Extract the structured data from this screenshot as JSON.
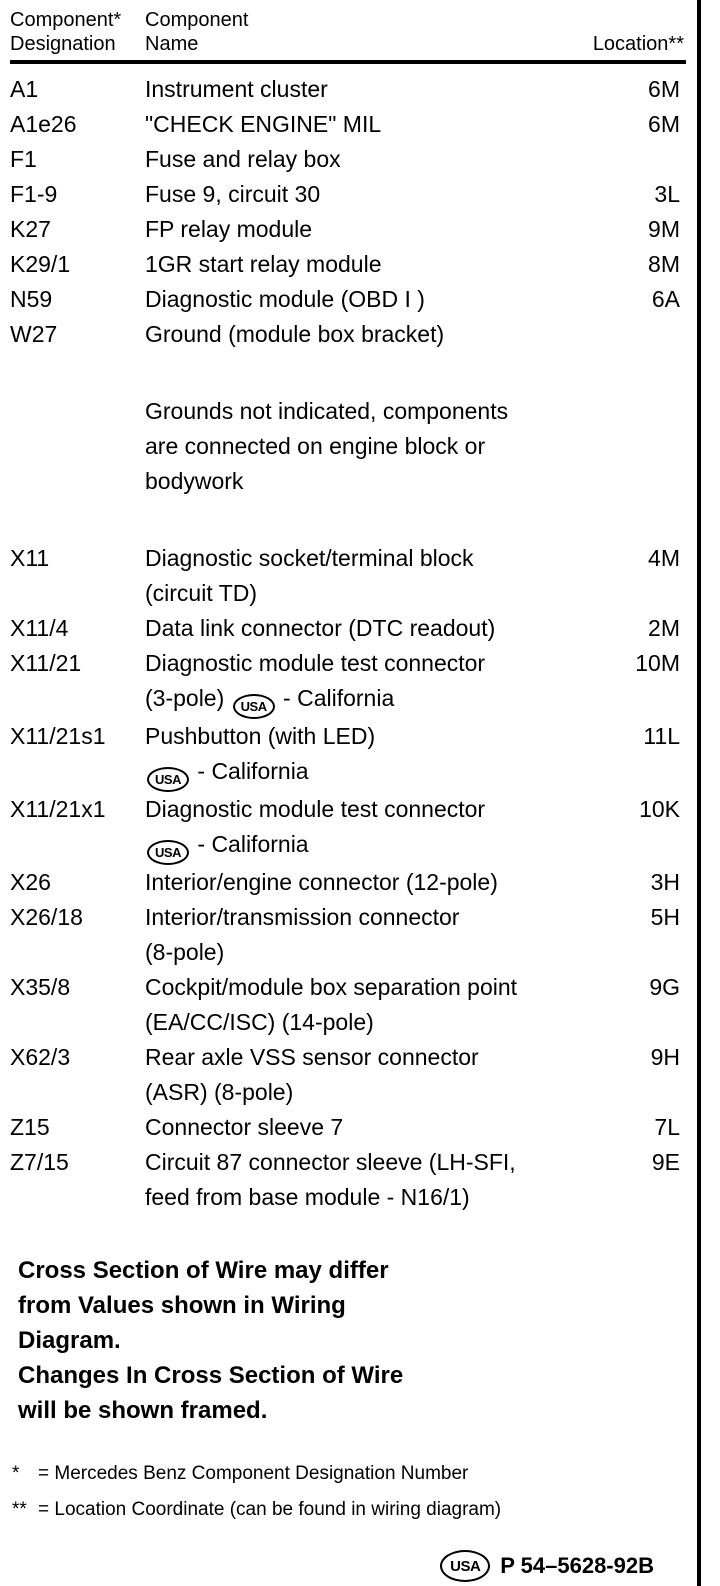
{
  "page": {
    "background": "#ffffff",
    "text_color": "#000000"
  },
  "header": {
    "designation_label": "Component*\nDesignation",
    "name_label": "Component\nName",
    "location_label": "Location**"
  },
  "table": {
    "usa_badge_text": "USA",
    "rows": [
      {
        "designation": "A1",
        "name_lines": [
          "Instrument cluster"
        ],
        "location": "6M"
      },
      {
        "designation": "A1e26",
        "name_lines": [
          "\"CHECK ENGINE\" MIL"
        ],
        "location": "6M"
      },
      {
        "designation": "F1",
        "name_lines": [
          "Fuse and relay box"
        ],
        "location": ""
      },
      {
        "designation": "F1-9",
        "name_lines": [
          "Fuse 9, circuit 30"
        ],
        "location": "3L"
      },
      {
        "designation": "K27",
        "name_lines": [
          "FP relay module"
        ],
        "location": "9M"
      },
      {
        "designation": "K29/1",
        "name_lines": [
          "1GR start relay module"
        ],
        "location": "8M"
      },
      {
        "designation": "N59",
        "name_lines": [
          "Diagnostic module (OBD I )"
        ],
        "location": "6A"
      },
      {
        "designation": "W27",
        "name_lines": [
          "Ground (module box bracket)"
        ],
        "location": ""
      },
      {
        "designation": "",
        "name_lines": [
          "Grounds not indicated, components",
          "are connected on engine block or",
          "bodywork"
        ],
        "location": "",
        "group_start": true
      },
      {
        "designation": "X11",
        "name_lines": [
          "Diagnostic socket/terminal block",
          "(circuit TD)"
        ],
        "location": "4M",
        "group_start": true
      },
      {
        "designation": "X11/4",
        "name_lines": [
          "Data link connector (DTC readout)"
        ],
        "location": "2M"
      },
      {
        "designation": "X11/21",
        "name_lines": [
          "Diagnostic module test connector",
          "(3-pole) {USA} - California"
        ],
        "location": "10M"
      },
      {
        "designation": "X11/21s1",
        "name_lines": [
          "Pushbutton (with LED)",
          "{USA} - California"
        ],
        "location": "11L"
      },
      {
        "designation": "X11/21x1",
        "name_lines": [
          "Diagnostic module test connector",
          "{USA} - California"
        ],
        "location": "10K"
      },
      {
        "designation": "X26",
        "name_lines": [
          "Interior/engine connector (12-pole)"
        ],
        "location": "3H"
      },
      {
        "designation": "X26/18",
        "name_lines": [
          "Interior/transmission connector",
          "(8-pole)"
        ],
        "location": "5H"
      },
      {
        "designation": "X35/8",
        "name_lines": [
          "Cockpit/module box separation point",
          "(EA/CC/ISC) (14-pole)"
        ],
        "location": "9G"
      },
      {
        "designation": "X62/3",
        "name_lines": [
          "Rear axle VSS sensor connector",
          "(ASR) (8-pole)"
        ],
        "location": "9H"
      },
      {
        "designation": "Z15",
        "name_lines": [
          "Connector sleeve 7"
        ],
        "location": "7L"
      },
      {
        "designation": "Z7/15",
        "name_lines": [
          "Circuit 87 connector sleeve (LH-SFI,",
          "feed from base module - N16/1)"
        ],
        "location": "9E"
      }
    ]
  },
  "wire_note": "Cross Section of Wire may differ\nfrom Values shown in Wiring\nDiagram.\nChanges In Cross Section of Wire\nwill be shown framed.",
  "footnotes": [
    {
      "symbol": "*",
      "text": "= Mercedes Benz Component Designation Number"
    },
    {
      "symbol": "**",
      "text": "= Location Coordinate (can be found in wiring diagram)"
    }
  ],
  "footer": {
    "usa_badge_text": "USA",
    "document_number": "P 54–5628-92B"
  }
}
